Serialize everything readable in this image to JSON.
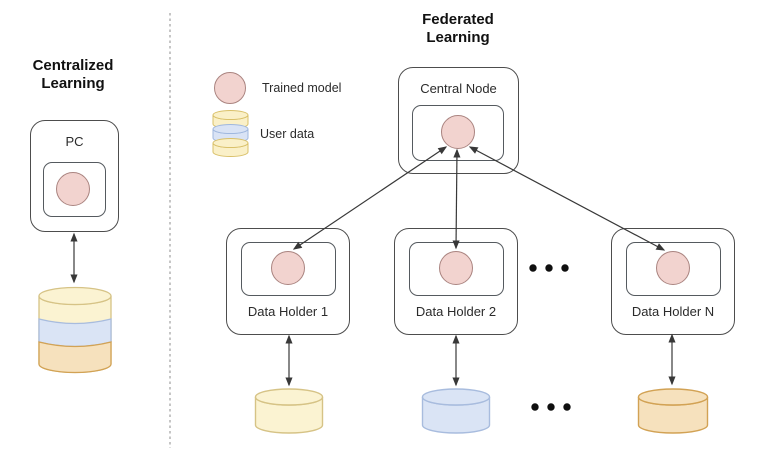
{
  "diagram": {
    "left": {
      "title": "Centralized Learning",
      "pc_label": "PC"
    },
    "legend": {
      "trained_model": "Trained model",
      "user_data": "User data"
    },
    "right": {
      "title": "Federated Learning",
      "central_node": "Central Node",
      "data_holders": [
        {
          "label": "Data Holder 1"
        },
        {
          "label": "Data Holder 2"
        },
        {
          "label": "Data Holder N"
        }
      ]
    }
  },
  "icons": {
    "trained_model": "pink-circle-icon",
    "user_data": "database-stack-icon",
    "storage_left": "tri-band-database-cylinder",
    "storage_holder_1": "yellow-cylinder",
    "storage_holder_2": "blue-cylinder",
    "storage_holder_n": "orange-cylinder",
    "ellipsis": "three-dots"
  },
  "colors": {
    "model_fill": "#f2d3cf",
    "model_stroke": "#aa8480",
    "db_yellow_fill": "#fbf3d2",
    "db_yellow_stroke": "#d6c386",
    "db_blue_fill": "#dae4f5",
    "db_blue_stroke": "#a8bcde",
    "db_tan_fill": "#f6e1bd",
    "db_tan_stroke": "#d2a254",
    "box_border": "#4d4d4d",
    "arrow": "#383838",
    "divider": "#b3b3b3",
    "dots": "#0f0f0f"
  }
}
